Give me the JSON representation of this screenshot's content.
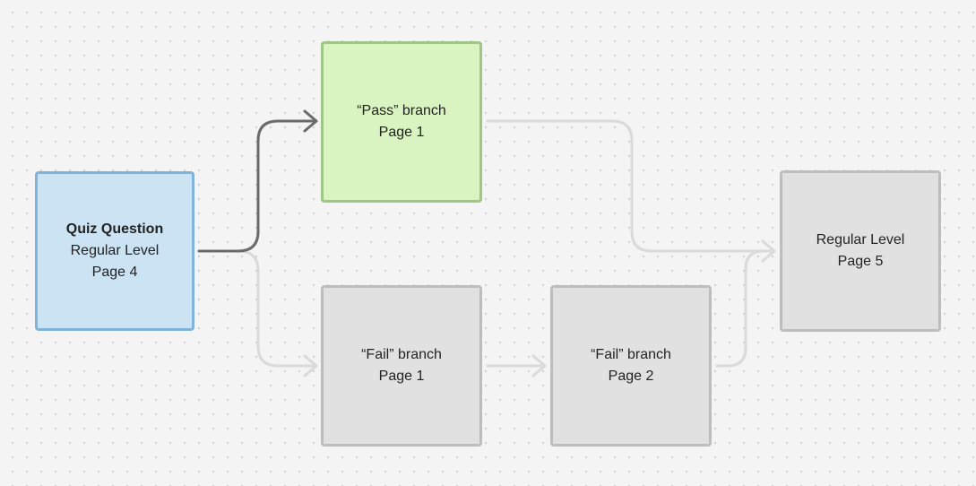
{
  "nodes": {
    "quiz": {
      "title": "Quiz Question",
      "line1": "Regular Level",
      "line2": "Page 4"
    },
    "pass": {
      "line1": "“Pass” branch",
      "line2": "Page 1"
    },
    "fail1": {
      "line1": "“Fail” branch",
      "line2": "Page 1"
    },
    "fail2": {
      "line1": "“Fail” branch",
      "line2": "Page 2"
    },
    "regular5": {
      "line1": "Regular Level",
      "line2": "Page 5"
    }
  },
  "colors": {
    "quiz_fill": "#cce3f3",
    "quiz_border": "#7fb3da",
    "pass_fill": "#d9f4c0",
    "pass_border": "#a1c586",
    "inactive_fill": "#e1e1e1",
    "inactive_border": "#bdbdbd",
    "active_connector": "#6b6b6b",
    "inactive_connector": "#dadada"
  }
}
